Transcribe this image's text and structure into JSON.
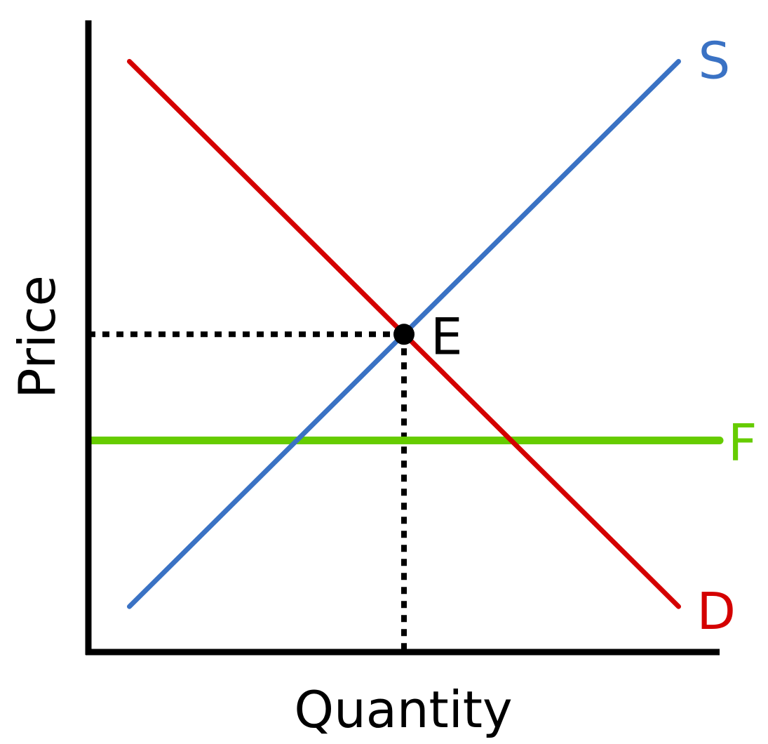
{
  "chart_data": {
    "type": "line",
    "title": "",
    "xlabel": "Quantity",
    "ylabel": "Price",
    "xlim": [
      0,
      10
    ],
    "ylim": [
      0,
      10
    ],
    "grid": false,
    "ticks": false,
    "series": [
      {
        "name": "S",
        "color": "#3a72c4",
        "points": [
          [
            0.65,
            0.72
          ],
          [
            9.35,
            9.35
          ]
        ]
      },
      {
        "name": "D",
        "color": "#d40000",
        "points": [
          [
            0.65,
            9.35
          ],
          [
            9.35,
            0.72
          ]
        ]
      },
      {
        "name": "F",
        "color": "#66cc00",
        "points": [
          [
            0.05,
            3.35
          ],
          [
            10,
            3.35
          ]
        ]
      }
    ],
    "equilibrium": {
      "label": "E",
      "x": 5,
      "y": 5.03
    },
    "guides": "dotted lines from E to both axes"
  }
}
